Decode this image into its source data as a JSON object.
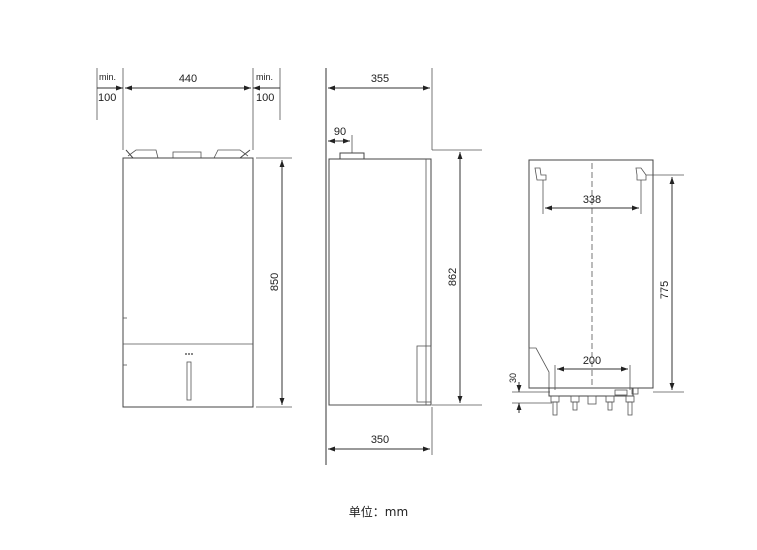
{
  "front_view": {
    "min_left_label": "min.",
    "min_left_value": "100",
    "width": "440",
    "min_right_label": "min.",
    "min_right_value": "100",
    "height": "850"
  },
  "side_view": {
    "depth_top": "355",
    "flue_offset": "90",
    "height": "862",
    "depth_bottom": "350"
  },
  "rear_view": {
    "hook_spacing": "338",
    "height": "775",
    "pipe_spacing": "200",
    "bottom_offset": "30"
  },
  "unit_caption": "单位：mm"
}
